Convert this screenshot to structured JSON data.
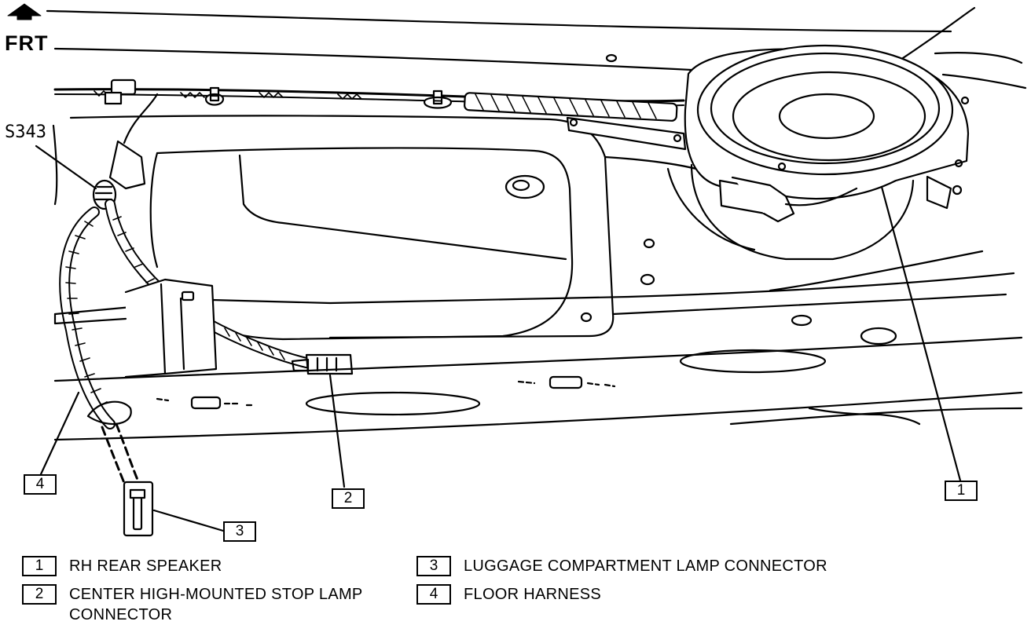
{
  "orientation": {
    "label": "FRT",
    "icon": "forward-arrow-icon"
  },
  "splice_label": "S343",
  "callouts": [
    {
      "id": "1",
      "text": "1"
    },
    {
      "id": "2",
      "text": "2"
    },
    {
      "id": "3",
      "text": "3"
    },
    {
      "id": "4",
      "text": "4"
    }
  ],
  "legend": [
    {
      "num": "1",
      "text": "RH REAR SPEAKER"
    },
    {
      "num": "2",
      "text": "CENTER HIGH-MOUNTED STOP LAMP CONNECTOR"
    },
    {
      "num": "3",
      "text": "LUGGAGE COMPARTMENT LAMP CONNECTOR"
    },
    {
      "num": "4",
      "text": "FLOOR HARNESS"
    }
  ]
}
